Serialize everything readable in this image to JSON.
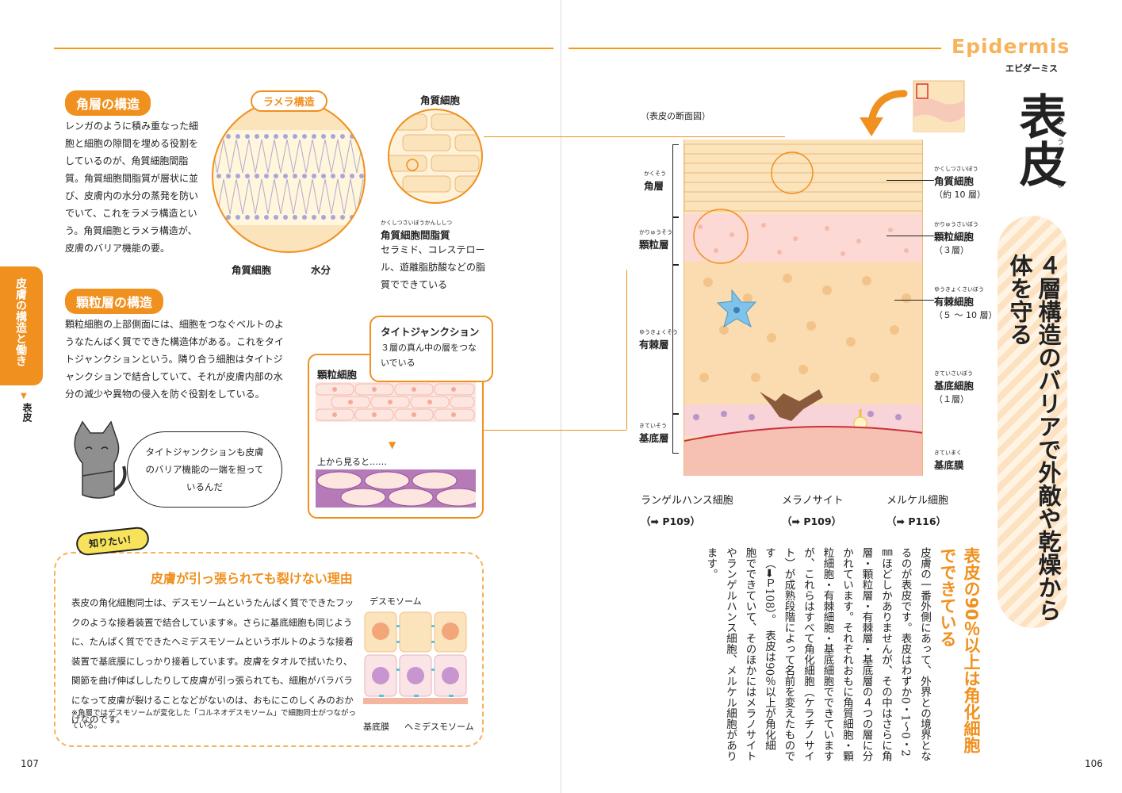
{
  "header": {
    "title_en": "Epidermis",
    "title_kana": "エピダーミス",
    "title_main": "表皮",
    "ruby_hyo": "ひょう",
    "ruby_hi": "ひ"
  },
  "side_tab": {
    "chapter": "皮膚の構造と働き",
    "section": "表皮",
    "arrow": "▼"
  },
  "page_numbers": {
    "left": "107",
    "right": "106"
  },
  "kakuso": {
    "heading": "角層の構造",
    "body": "レンガのように積み重なった細胞と細胞の隙間を埋める役割をしているのが、角質細胞間脂質。角質細胞間脂質が層状に並び、皮膚内の水分の蒸発を防いでいて、これをラメラ構造という。角質細胞とラメラ構造が、皮膚のバリア機能の要。",
    "lamella_label": "ラメラ構造",
    "cell_label": "角質細胞",
    "cell_label_top": "角質細胞",
    "water_label": "水分",
    "lipid_ruby": "かくしつさいぼうかんししつ",
    "lipid_label": "角質細胞間脂質",
    "lipid_desc": "セラミド、コレステロール、遊離脂肪酸などの脂質でできている"
  },
  "granular": {
    "heading": "顆粒層の構造",
    "body": "顆粒細胞の上部側面には、細胞をつなぐベルトのようなたんぱく質でできた構造体がある。これをタイトジャンクションという。隣り合う細胞はタイトジャンクションで結合していて、それが皮膚内部の水分の減少や異物の侵入を防ぐ役割をしている。",
    "tj_title": "タイトジャンクション",
    "tj_desc": "３層の真ん中の層をつないでいる",
    "cell_label": "顆粒細胞",
    "from_above": "上から見ると……",
    "arrow": "▼"
  },
  "cat_bubble": "タイトジャンクションも皮膚のバリア機能の一端を担っているんだ",
  "shiritai": {
    "badge": "知りたい！",
    "title": "皮膚が引っ張られても裂けない理由",
    "body": "表皮の角化細胞同士は、デスモソームというたんぱく質でできたフックのような接着装置で結合しています※。さらに基底細胞も同じように、たんぱく質でできたヘミデスモソームというボルトのような接着装置で基底膜にしっかり接着しています。皮膚をタオルで拭いたり、関節を曲げ伸ばししたりして皮膚が引っ張られても、細胞がバラバラになって皮膚が裂けることなどがないのは、おもにこのしくみのおかげなのです。",
    "note": "※角層ではデスモソームが変化した「コルネオデスモソーム」で細胞同士がつながっている。",
    "desmosome": "デスモソーム",
    "basement": "基底膜",
    "hemidesmosome": "ヘミデスモソーム"
  },
  "cross_section": {
    "caption": "（表皮の断面図）",
    "layers_left": [
      {
        "ruby": "かくそう",
        "name": "角層"
      },
      {
        "ruby": "かりゅうそう",
        "name": "顆粒層"
      },
      {
        "ruby": "ゆうきょくそう",
        "name": "有棘層"
      },
      {
        "ruby": "きていそう",
        "name": "基底層"
      }
    ],
    "cells_right": [
      {
        "ruby": "かくしつさいぼう",
        "name": "角質細胞",
        "count": "（約 10 層）"
      },
      {
        "ruby": "かりゅうさいぼう",
        "name": "顆粒細胞",
        "count": "（３層）"
      },
      {
        "ruby": "ゆうきょくさいぼう",
        "name": "有棘細胞",
        "count": "（５ ～ 10 層）"
      },
      {
        "ruby": "きていさいぼう",
        "name": "基底細胞",
        "count": "（１層）"
      },
      {
        "ruby": "きていまく",
        "name": "基底膜",
        "count": ""
      }
    ],
    "bottom": [
      {
        "name": "ランゲルハンス細胞",
        "ref": "（➡ P109）"
      },
      {
        "name": "メラノサイト",
        "ref": "（➡ P109）"
      },
      {
        "name": "メルケル細胞",
        "ref": "（➡ P116）"
      }
    ]
  },
  "headline": "４層構造のバリアで外敵や乾燥から体を守る",
  "subhead": "表皮の90％以上は角化細胞でできている",
  "main_text": "皮膚の一番外側にあって、外界との境界となるのが表皮です。表皮はわずか0・1～0・2㎜ほどしかありませんが、その中はさらに角層・顆粒層・有棘層・基底層の４つの層に分かれています。それぞれおもに角質細胞・顆粒細胞・有棘細胞・基底細胞でできていますが、これらはすべて角化細胞（ケラチノサイト）が成熟段階によって名前を変えたものです（➡Ｐ108）。　表皮は90％以上が角化細胞でできていて、そのほかにはメラノサイトやランゲルハンス細胞、メルケル細胞があります。",
  "colors": {
    "accent": "#f0901e",
    "cell_fill": "#fbe3bc",
    "cell_border": "#e8b879",
    "granular_fill": "#fcd9d5"
  }
}
